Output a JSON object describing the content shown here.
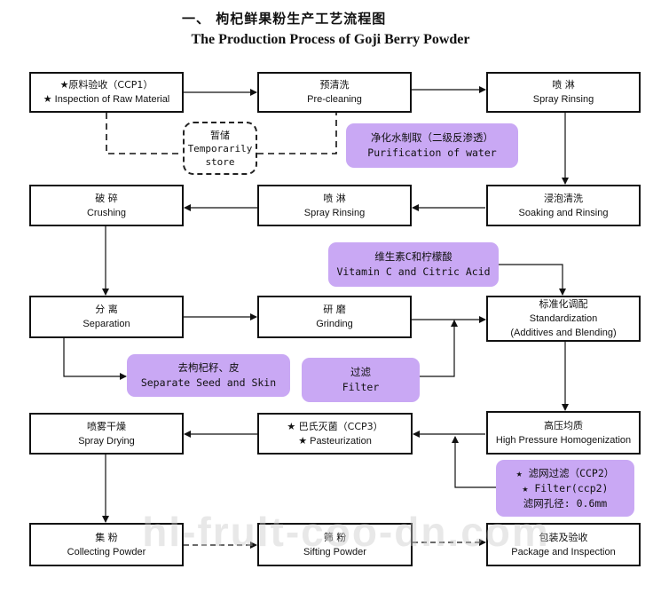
{
  "title": {
    "chinese": "一、  枸杞鲜果粉生产工艺流程图",
    "english": "The Production Process of Goji Berry Powder"
  },
  "nodes": {
    "inspection": {
      "line1": "★原料验收（CCP1）",
      "line2": "★ Inspection of Raw Material"
    },
    "precleaning": {
      "line1": "预清洗",
      "line2": "Pre-cleaning"
    },
    "spray_rinsing_1": {
      "line1": "喷 淋",
      "line2": "Spray Rinsing"
    },
    "temporarily_store": {
      "line1": "暂储",
      "line2": "Temporarily",
      "line3": "store"
    },
    "soaking": {
      "line1": "浸泡清洗",
      "line2": "Soaking and Rinsing"
    },
    "spray_rinsing_2": {
      "line1": "喷 淋",
      "line2": "Spray Rinsing"
    },
    "crushing": {
      "line1": "破 碎",
      "line2": "Crushing"
    },
    "separation": {
      "line1": "分 离",
      "line2": "Separation"
    },
    "grinding": {
      "line1": "研 磨",
      "line2": "Grinding"
    },
    "standardization": {
      "line1": "标准化调配",
      "line2": "Standardization",
      "line3": "(Additives and Blending)"
    },
    "homogenization": {
      "line1": "高压均质",
      "line2": "High Pressure Homogenization"
    },
    "pasteurization": {
      "line1": "★ 巴氏灭菌（CCP3）",
      "line2": "★  Pasteurization"
    },
    "spray_drying": {
      "line1": "喷雾干燥",
      "line2": "Spray Drying"
    },
    "collecting": {
      "line1": "集 粉",
      "line2": "Collecting Powder"
    },
    "sifting": {
      "line1": "筛 粉",
      "line2": "Sifting Powder"
    },
    "packaging": {
      "line1": "包装及验收",
      "line2": "Package and Inspection"
    }
  },
  "notes": {
    "purification": {
      "line1": "净化水制取（二级反渗透）",
      "line2": "Purification of water"
    },
    "vitamin": {
      "line1": "维生素C和柠檬酸",
      "line2": "Vitamin C and Citric Acid"
    },
    "separate_seed": {
      "line1": "去枸杞籽、皮",
      "line2": "Separate Seed and Skin"
    },
    "filter": {
      "line1": "过滤",
      "line2": "Filter"
    },
    "filter_ccp2": {
      "line1": "★ 滤网过滤（CCP2）",
      "line2": "★ Filter(ccp2)",
      "line3": "滤网孔径: 0.6mm"
    }
  },
  "watermark": "hl-frult-coo-dn.com"
}
